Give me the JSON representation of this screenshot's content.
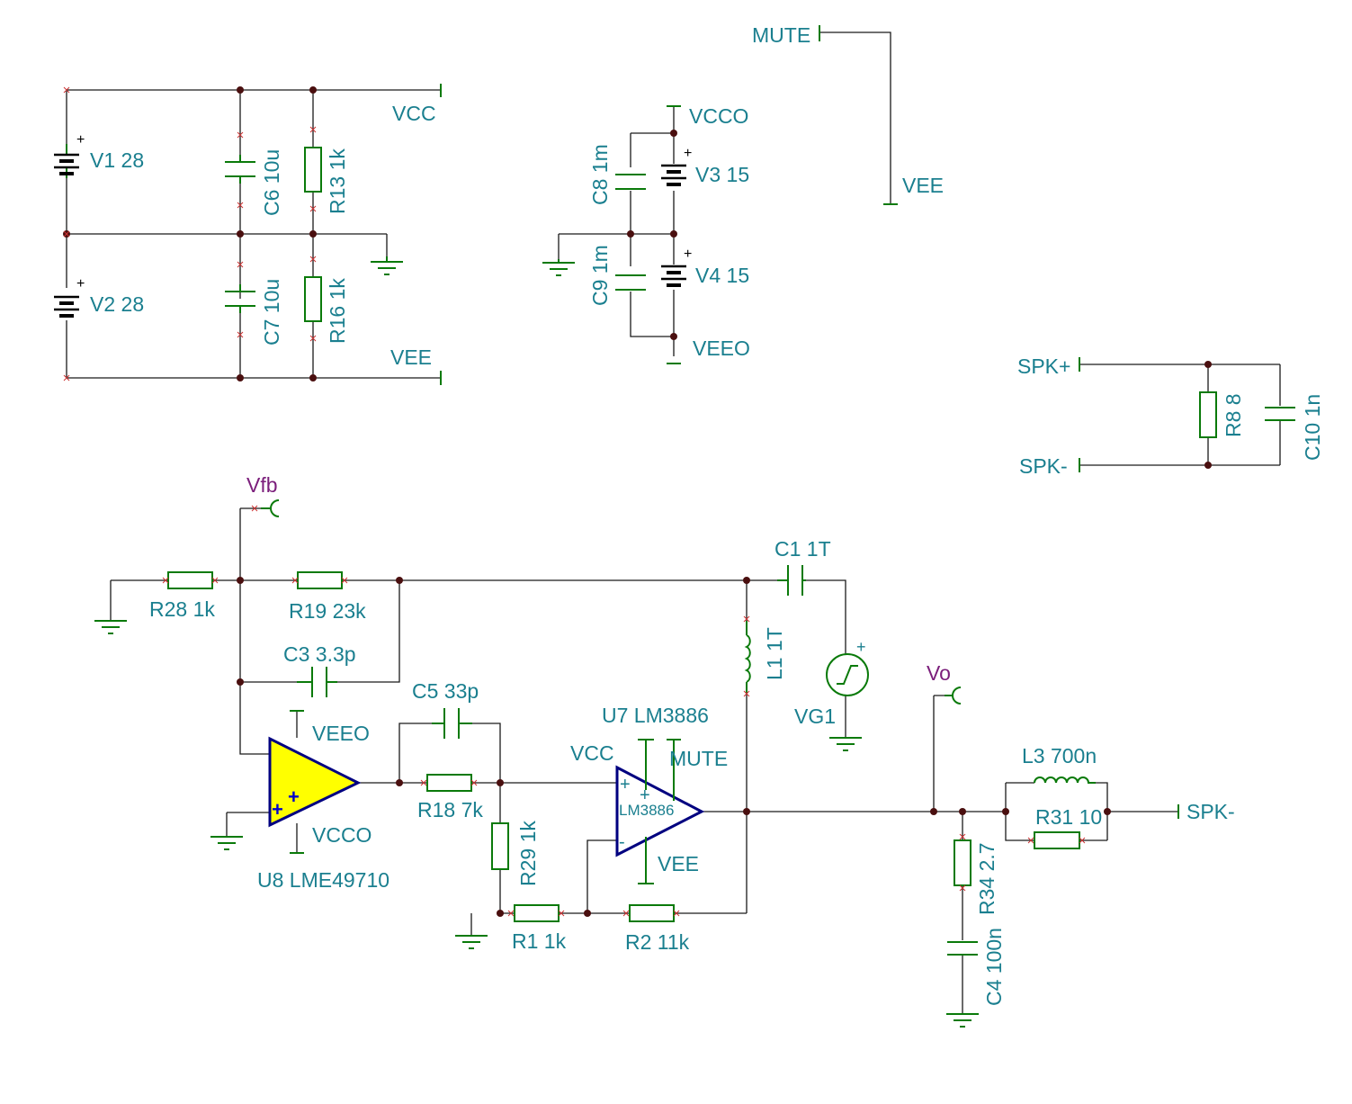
{
  "colors": {
    "label": "#1a7f8f",
    "probe": "#7b1e7b",
    "component": "#0a7a0a",
    "wire": "#1a1a1a",
    "opamp_fill": "#ffff00",
    "opamp_stroke": "#000080"
  },
  "labels": {
    "V1": "V1 28",
    "V2": "V2 28",
    "C6": "C6 10u",
    "C7": "C7 10u",
    "R13": "R13 1k",
    "R16": "R16 1k",
    "VCC_top": "VCC",
    "VEE_top": "VEE",
    "C8": "C8 1m",
    "C9": "C9 1m",
    "V3": "V3 15",
    "V4": "V4 15",
    "VCCO_top": "VCCO",
    "VEEO_top": "VEEO",
    "MUTE_top": "MUTE",
    "VEE_mute": "VEE",
    "SPKp": "SPK+",
    "SPKm_right": "SPK-",
    "R8": "R8 8",
    "C10": "C10 1n",
    "Vfb": "Vfb",
    "R28": "R28 1k",
    "R19": "R19 23k",
    "C3": "C3 3.3p",
    "C5": "C5 33p",
    "U8_VEEO": "VEEO",
    "U8_VCCO": "VCCO",
    "U8": "U8 LME49710",
    "R18": "R18 7k",
    "R29": "R29 1k",
    "R1": "R1 1k",
    "R2": "R2 11k",
    "U7": "U7 LM3886",
    "U7_VCC": "VCC",
    "U7_MUTE": "MUTE",
    "U7_VEE": "VEE",
    "U7_inner": "LM3886",
    "C1": "C1 1T",
    "L1": "L1 1T",
    "VG1": "VG1",
    "Vo": "Vo",
    "L3": "L3 700n",
    "R31": "R31 10",
    "SPKm_out": "SPK-",
    "R34": "R34 2.7",
    "C4": "C4 100n",
    "plus": "+",
    "minus": "-"
  }
}
